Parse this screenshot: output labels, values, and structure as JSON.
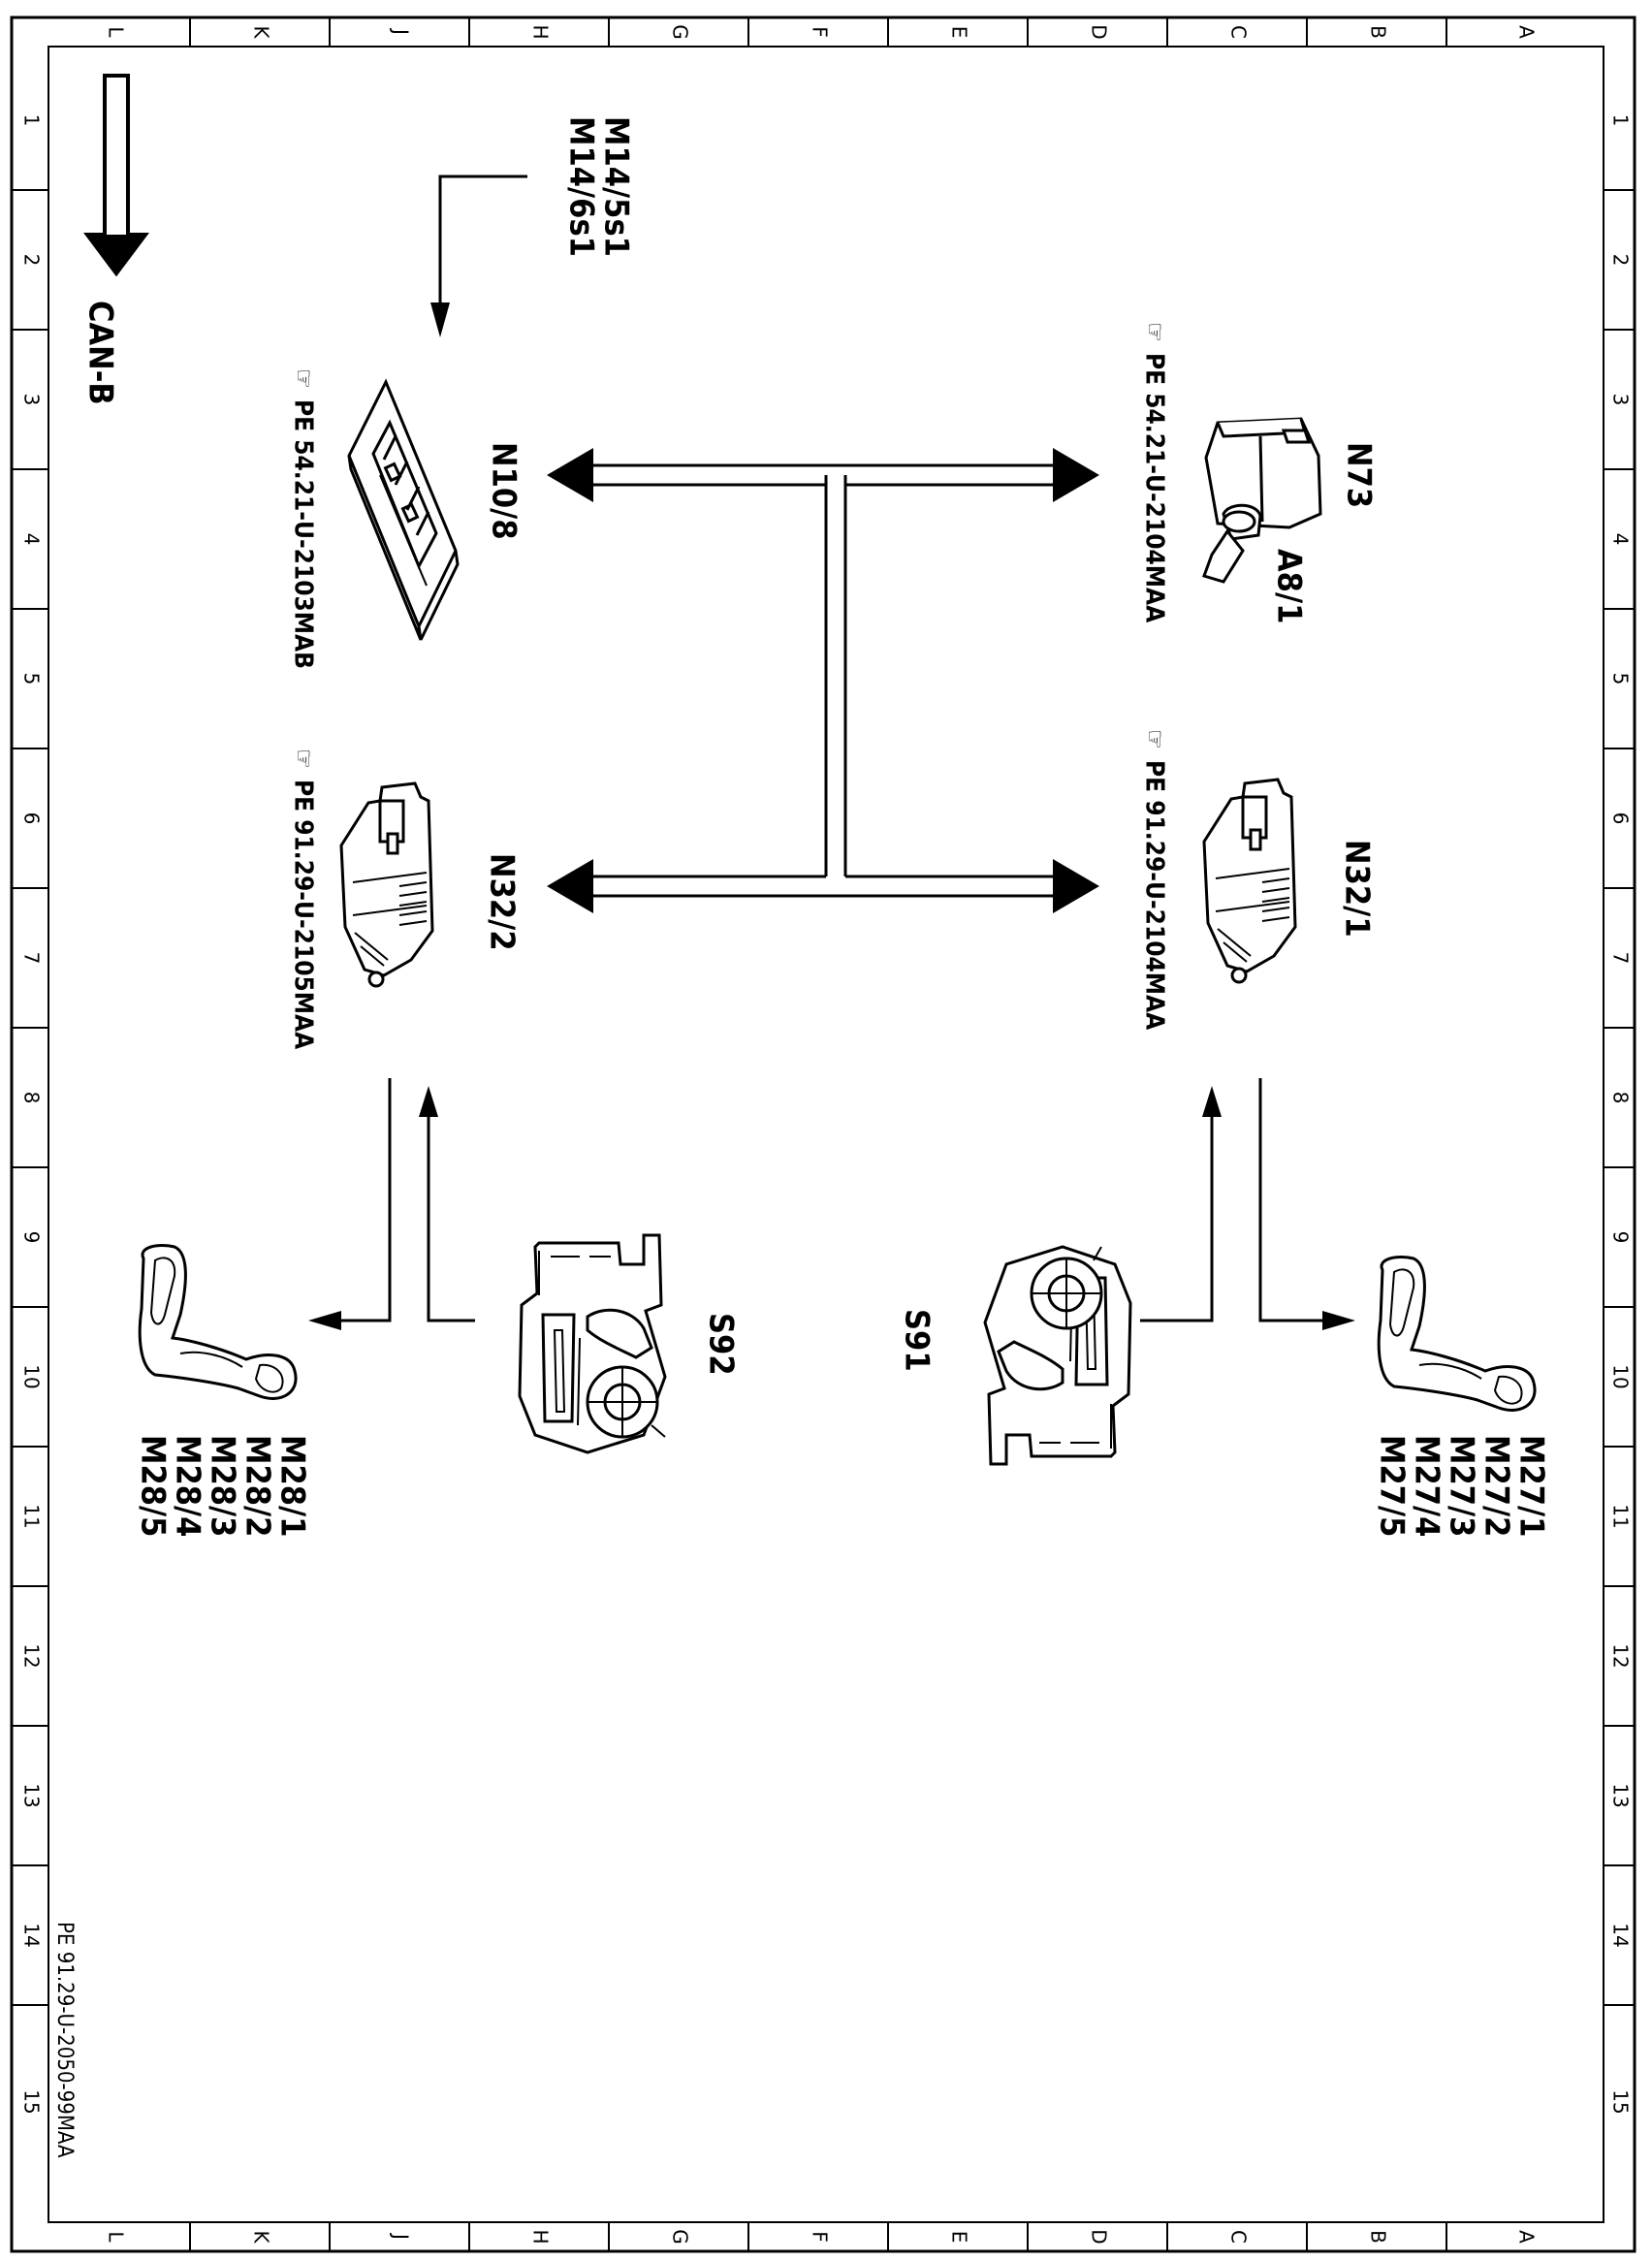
{
  "frame": {
    "column_letters": [
      "L",
      "K",
      "J",
      "H",
      "G",
      "F",
      "E",
      "D",
      "C",
      "B",
      "A"
    ],
    "row_numbers": [
      "1",
      "2",
      "3",
      "4",
      "5",
      "6",
      "7",
      "8",
      "9",
      "10",
      "11",
      "12",
      "13",
      "14",
      "15"
    ]
  },
  "legend": {
    "bus_label": "CAN-B"
  },
  "components": {
    "n10_8": {
      "label": "N10/8",
      "ref": "PE 54.21-U-2103MAB"
    },
    "n73": {
      "label": "N73",
      "label2": "A8/1",
      "ref": "PE 54.21-U-2104MAA"
    },
    "n32_2": {
      "label": "N32/2",
      "ref": "PE 91.29-U-2105MAA"
    },
    "n32_1": {
      "label": "N32/1",
      "ref": "PE 91.29-U-2104MAA"
    },
    "s92": {
      "label": "S92"
    },
    "s91": {
      "label": "S91"
    },
    "m14": {
      "labels": [
        "M14/5s1",
        "M14/6s1"
      ]
    },
    "m28": {
      "labels": [
        "M28/1",
        "M28/2",
        "M28/3",
        "M28/4",
        "M28/5"
      ]
    },
    "m27": {
      "labels": [
        "M27/1",
        "M27/2",
        "M27/3",
        "M27/4",
        "M27/5"
      ]
    }
  },
  "document_number": "PE 91.29-U-2050-99MAA"
}
